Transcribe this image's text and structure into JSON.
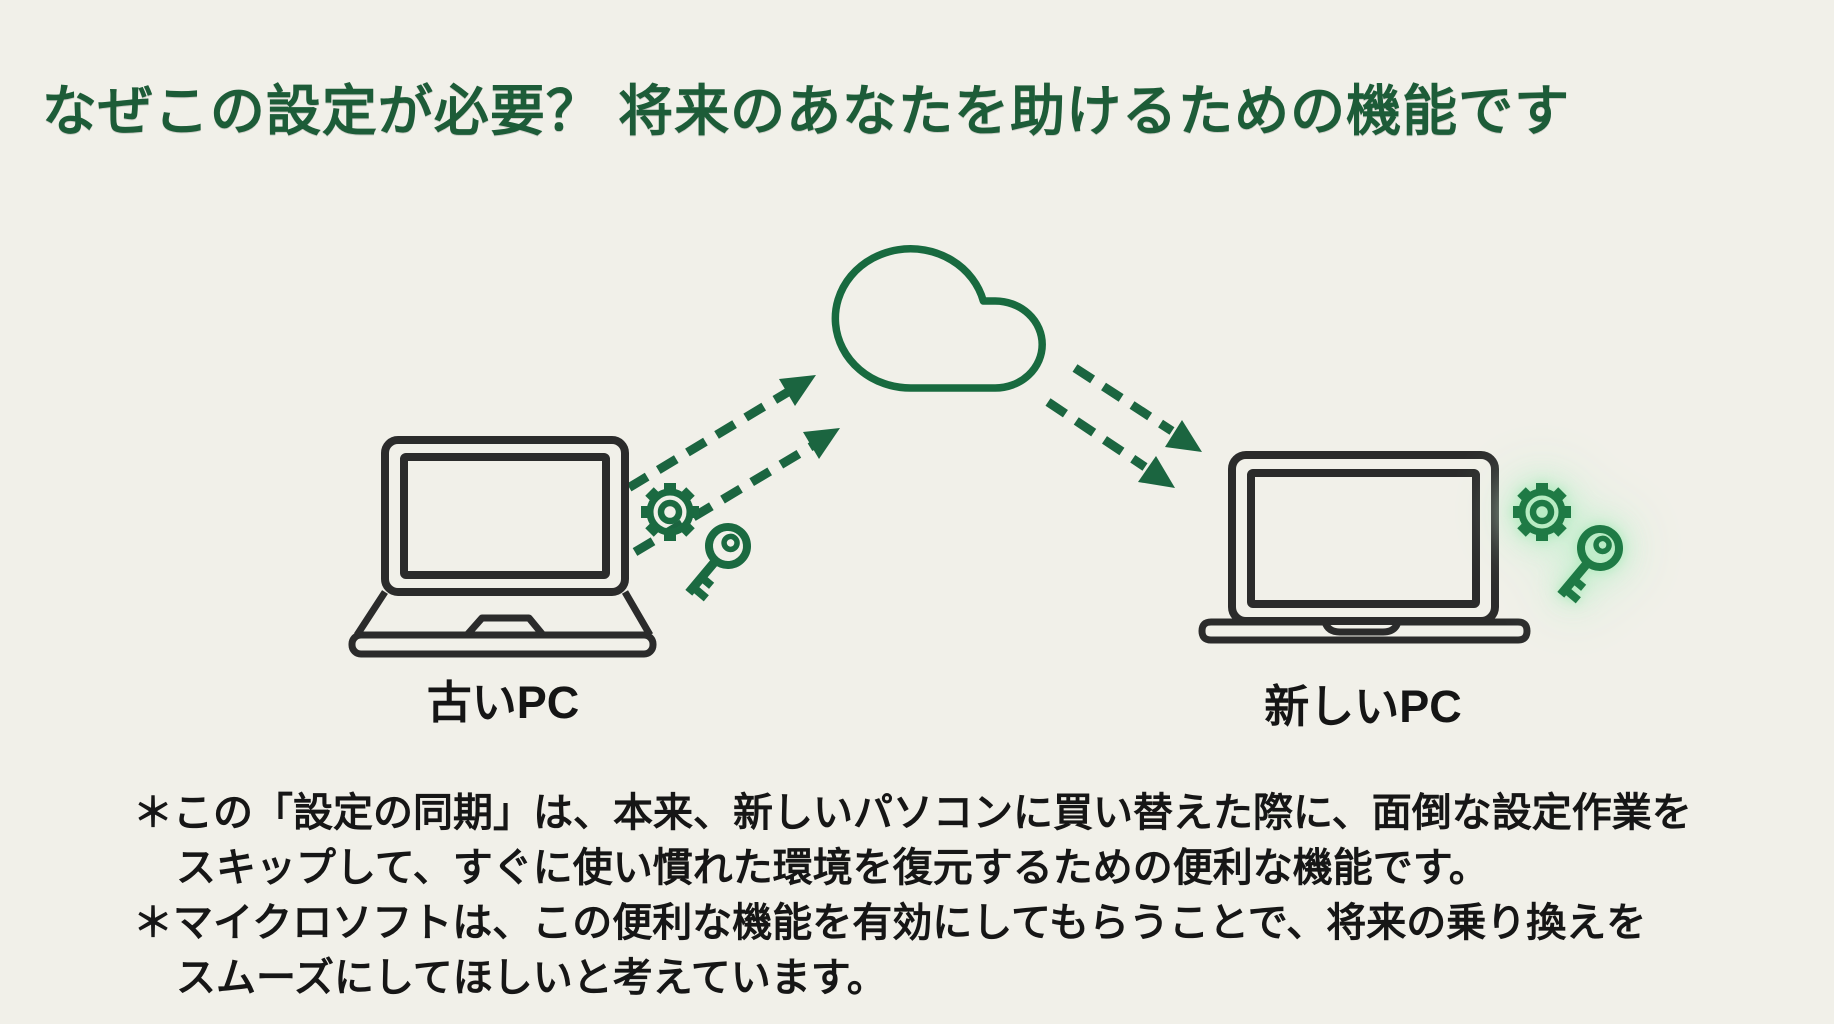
{
  "slide": {
    "title": "なぜこの設定が必要？ 将来のあなたを助けるための機能です",
    "diagram": {
      "old_pc_label": "古いPC",
      "new_pc_label": "新しいPC",
      "icons": [
        "cloud-icon",
        "gear-icon",
        "key-icon",
        "laptop-icon",
        "dashed-upload-arrows",
        "dashed-download-arrows",
        "glow-highlight"
      ]
    },
    "notes": [
      {
        "text": "＊この「設定の同期」は、本来、新しいパソコンに買い替えた際に、面倒な設定作業を",
        "indent": false
      },
      {
        "text": "スキップして、すぐに使い慣れた環境を復元するための便利な機能です。",
        "indent": true
      },
      {
        "text": "＊マイクロソフトは、この便利な機能を有効にしてもらうことで、将来の乗り換えを",
        "indent": false
      },
      {
        "text": "スムーズにしてほしいと考えています。",
        "indent": true
      }
    ],
    "colors": {
      "background": "#f1f0e9",
      "title_green": "#1d5c38",
      "diagram_green": "#1b6a41",
      "glow_green": "#bdecc8",
      "laptop_outline": "#2b2b2b",
      "text_dark": "#161616"
    }
  }
}
